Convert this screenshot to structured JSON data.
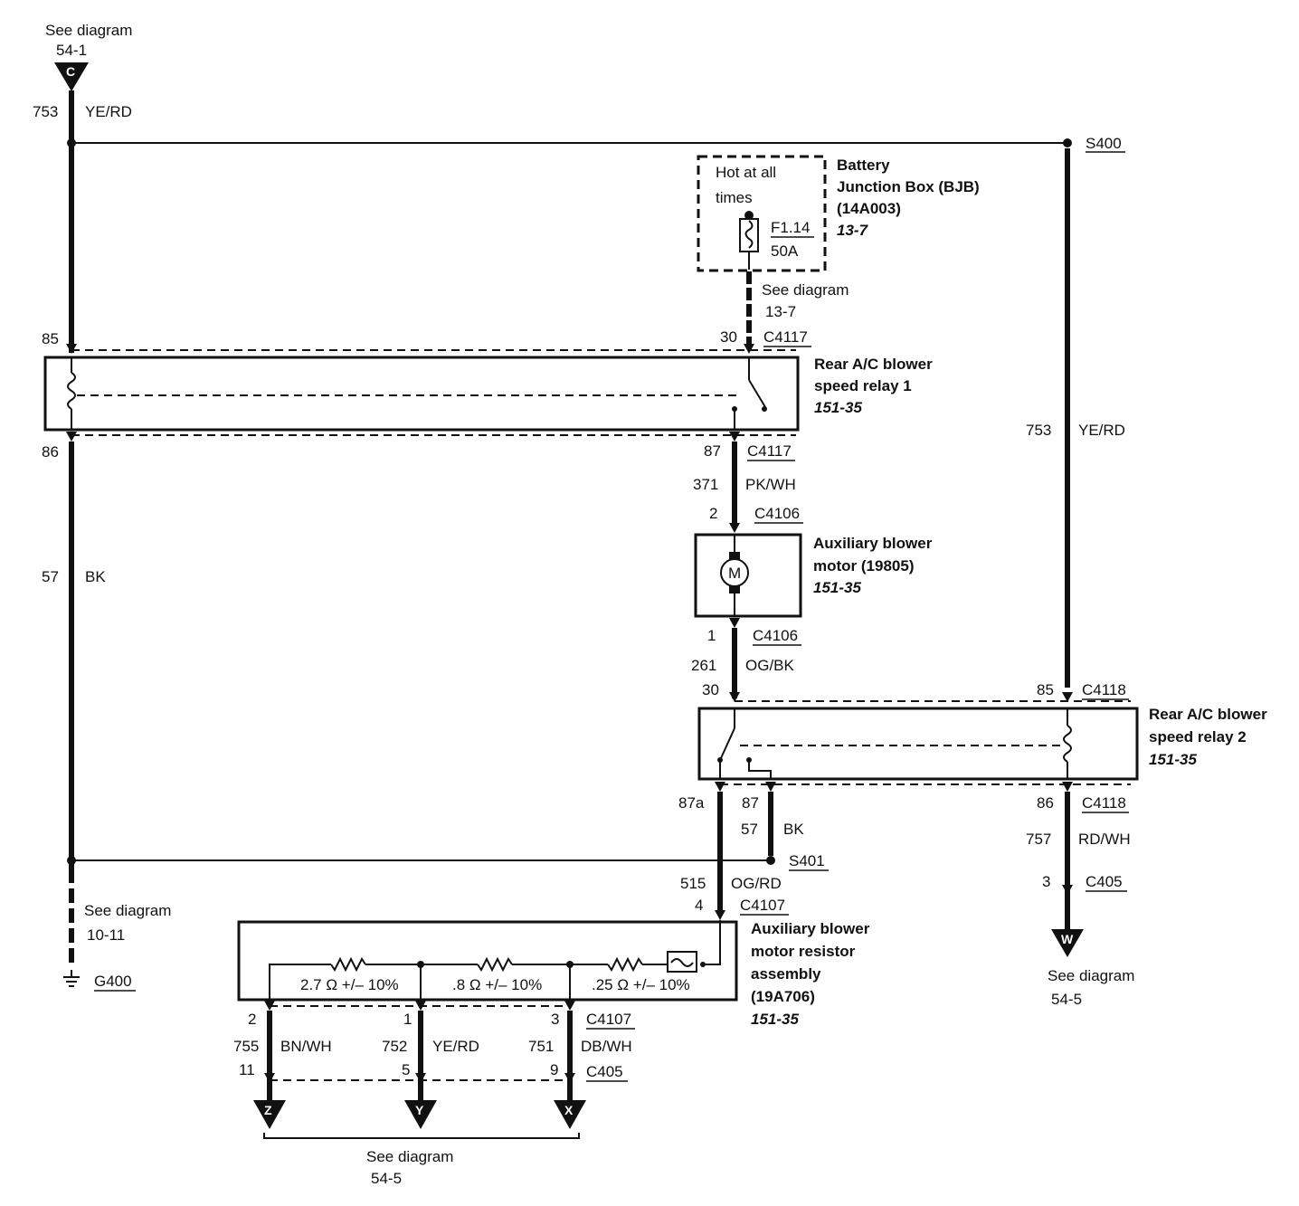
{
  "refs": {
    "top_c": {
      "see": "See diagram",
      "page": "54-1",
      "letter": "C"
    },
    "bjb_feed": {
      "see": "See diagram",
      "page": "13-7"
    },
    "ground": {
      "see": "See diagram",
      "page": "10-11"
    },
    "right_w": {
      "see": "See diagram",
      "page": "54-5",
      "letter": "W"
    },
    "bottom": {
      "see": "See diagram",
      "page": "54-5",
      "letters": [
        "Z",
        "Y",
        "X"
      ]
    }
  },
  "wires": {
    "w753_top": {
      "circuit": "753",
      "color": "YE/RD"
    },
    "w753_right": {
      "circuit": "753",
      "color": "YE/RD"
    },
    "w57_left": {
      "circuit": "57",
      "color": "BK"
    },
    "w371": {
      "circuit": "371",
      "color": "PK/WH"
    },
    "w261": {
      "circuit": "261",
      "color": "OG/BK"
    },
    "w57_relay2": {
      "circuit": "57",
      "color": "BK"
    },
    "w757": {
      "circuit": "757",
      "color": "RD/WH"
    },
    "w515": {
      "circuit": "515",
      "color": "OG/RD"
    },
    "w755": {
      "circuit": "755",
      "color": "BN/WH"
    },
    "w752": {
      "circuit": "752",
      "color": "YE/RD"
    },
    "w751": {
      "circuit": "751",
      "color": "DB/WH"
    }
  },
  "splices": {
    "s400": "S400",
    "s401": "S401",
    "g400": "G400"
  },
  "connectors": {
    "c4117": "C4117",
    "c4106": "C4106",
    "c4118": "C4118",
    "c4107": "C4107",
    "c405": "C405"
  },
  "pins": {
    "relay1_85": "85",
    "relay1_30": "30",
    "relay1_86": "86",
    "relay1_87": "87",
    "motor_2": "2",
    "motor_1": "1",
    "relay2_30": "30",
    "relay2_85": "85",
    "relay2_87a": "87a",
    "relay2_87": "87",
    "relay2_86": "86",
    "c405_right": "3",
    "c4107_in": "4",
    "c4107_out": [
      "2",
      "1",
      "3"
    ],
    "c405_bottom": [
      "11",
      "5",
      "9"
    ]
  },
  "components": {
    "bjb": {
      "note_line1": "Hot at all",
      "note_line2": "times",
      "fuse_id": "F1.14",
      "fuse_rating": "50A",
      "name_line1": "Battery",
      "name_line2": "Junction Box (BJB)",
      "part": "(14A003)",
      "page": "13-7"
    },
    "relay1": {
      "name_line1": "Rear A/C blower",
      "name_line2": "speed relay 1",
      "page": "151-35"
    },
    "motor": {
      "name_line1": "Auxiliary blower",
      "name_line2": "motor (19805)",
      "page": "151-35",
      "symbol": "M"
    },
    "relay2": {
      "name_line1": "Rear A/C blower",
      "name_line2": "speed relay 2",
      "page": "151-35"
    },
    "resistor": {
      "name_line1": "Auxiliary blower",
      "name_line2": "motor resistor",
      "name_line3": "assembly",
      "part": "(19A706)",
      "page": "151-35",
      "r1": "2.7 Ω  +/– 10%",
      "r2": ".8 Ω  +/– 10%",
      "r3": ".25 Ω  +/– 10%"
    }
  }
}
